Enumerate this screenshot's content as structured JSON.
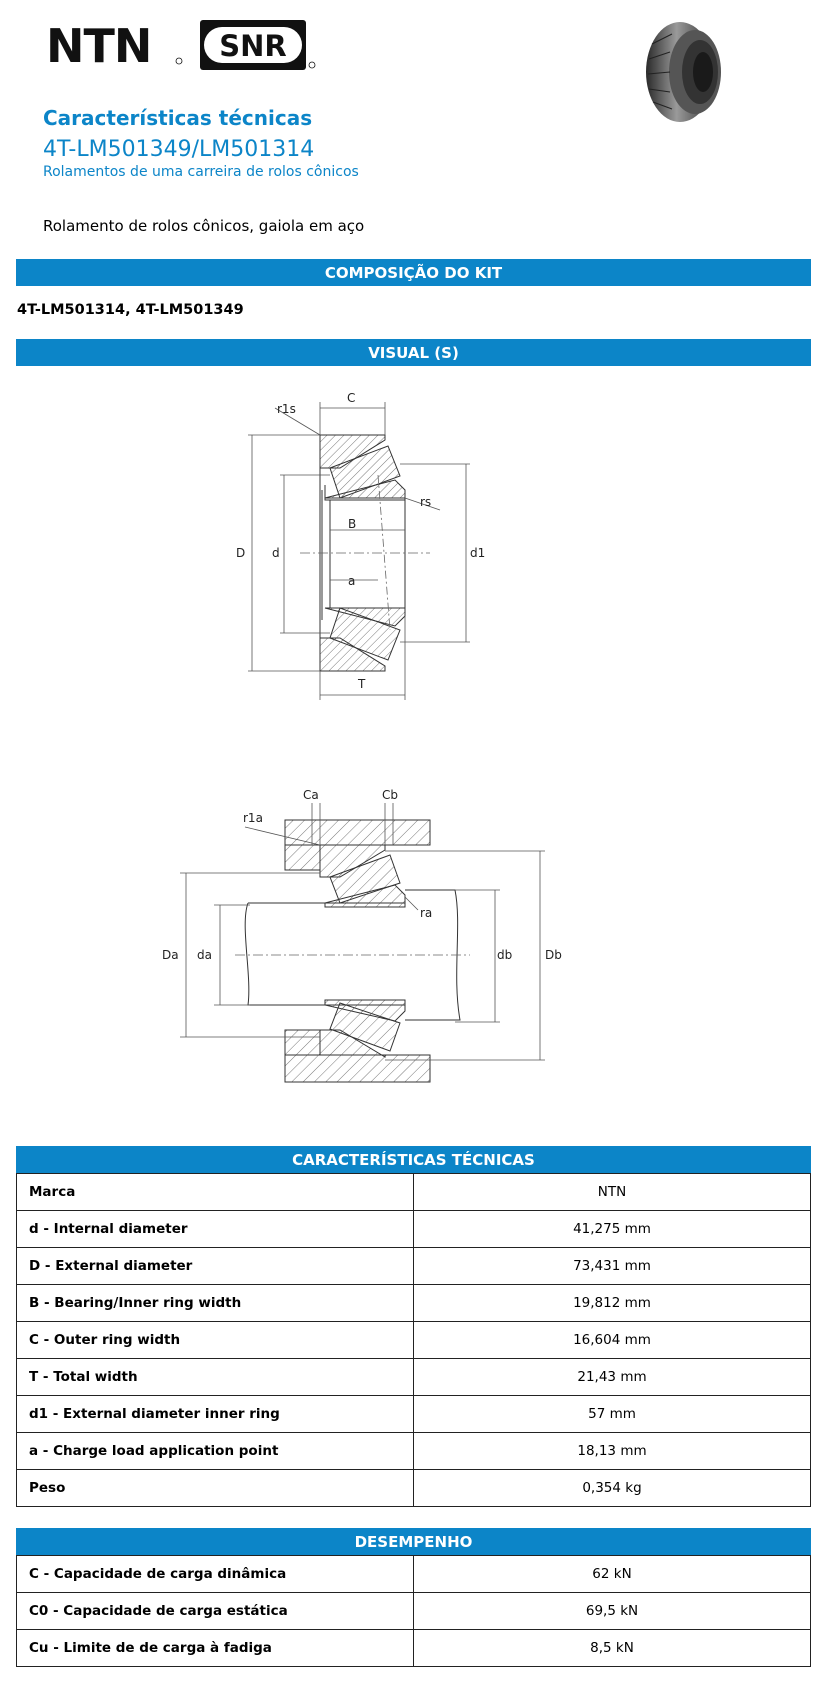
{
  "header": {
    "brand_ntn": "NTN",
    "brand_snr": "SNR",
    "title": "Características técnicas",
    "code": "4T-LM501349/LM501314",
    "subtitle": "Rolamentos de uma carreira de rolos cônicos",
    "description": "Rolamento de rolos cônicos, gaiola em aço"
  },
  "kit": {
    "heading": "COMPOSIÇÃO DO KIT",
    "items": "4T-LM501314, 4T-LM501349"
  },
  "visual": {
    "heading": "VISUAL (S)",
    "labels1": {
      "C": "C",
      "r1s": "r1s",
      "rs": "rs",
      "D": "D",
      "d": "d",
      "d1": "d1",
      "B": "B",
      "a": "a",
      "T": "T"
    },
    "labels2": {
      "Ca": "Ca",
      "Cb": "Cb",
      "r1a": "r1a",
      "ra": "ra",
      "Da": "Da",
      "da": "da",
      "db": "db",
      "Db": "Db"
    }
  },
  "specs": {
    "heading": "CARACTERÍSTICAS TÉCNICAS",
    "rows": [
      {
        "label": "Marca",
        "value": "NTN"
      },
      {
        "label": "d - Internal diameter",
        "value": "41,275 mm"
      },
      {
        "label": "D - External diameter",
        "value": "73,431 mm"
      },
      {
        "label": "B - Bearing/Inner ring width",
        "value": "19,812 mm"
      },
      {
        "label": "C - Outer ring width",
        "value": "16,604 mm"
      },
      {
        "label": "T - Total width",
        "value": "21,43 mm"
      },
      {
        "label": "d1 - External diameter inner ring",
        "value": "57 mm"
      },
      {
        "label": "a - Charge load application point",
        "value": "18,13 mm"
      },
      {
        "label": "Peso",
        "value": "0,354 kg"
      }
    ]
  },
  "performance": {
    "heading": "DESEMPENHO",
    "rows": [
      {
        "label": "C - Capacidade de carga dinâmica",
        "value": "62 kN"
      },
      {
        "label": "C0 - Capacidade de carga estática",
        "value": "69,5 kN"
      },
      {
        "label": "Cu - Limite de de carga à fadiga",
        "value": "8,5 kN"
      }
    ]
  },
  "colors": {
    "accent": "#0c85c8"
  }
}
